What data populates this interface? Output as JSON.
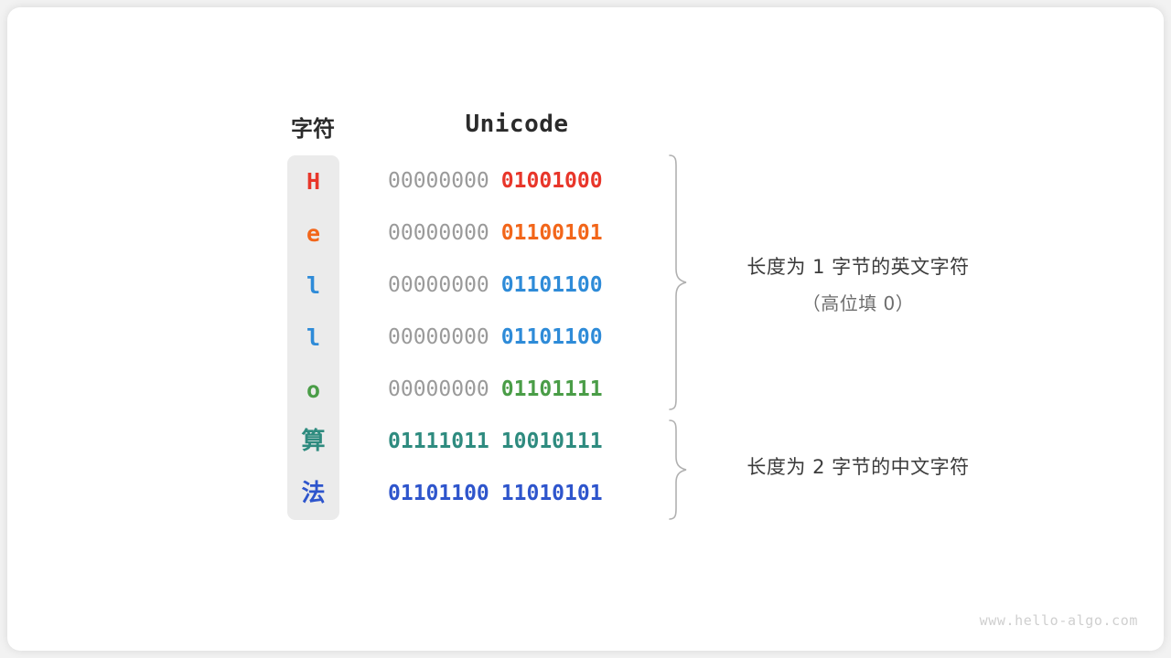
{
  "figure": {
    "background_color": "#ffffff",
    "card_color": "#ffffff",
    "char_column_bg": "#ebebeb"
  },
  "headers": {
    "character": "字符",
    "unicode": "Unicode"
  },
  "rows": [
    {
      "character": "H",
      "script": "latin",
      "color": "#e8362a",
      "pad_byte": "00000000",
      "data_byte": "01001000",
      "pad_color": "#9a9a9a"
    },
    {
      "character": "e",
      "script": "latin",
      "color": "#f2661a",
      "pad_byte": "00000000",
      "data_byte": "01100101",
      "pad_color": "#9a9a9a"
    },
    {
      "character": "l",
      "script": "latin",
      "color": "#2e8bd8",
      "pad_byte": "00000000",
      "data_byte": "01101100",
      "pad_color": "#9a9a9a"
    },
    {
      "character": "l",
      "script": "latin",
      "color": "#2e8bd8",
      "pad_byte": "00000000",
      "data_byte": "01101100",
      "pad_color": "#9a9a9a"
    },
    {
      "character": "o",
      "script": "latin",
      "color": "#4a9d47",
      "pad_byte": "00000000",
      "data_byte": "01101111",
      "pad_color": "#9a9a9a"
    },
    {
      "character": "算",
      "script": "han",
      "color": "#2e8b7f",
      "pad_byte": "01111011",
      "data_byte": "10010111",
      "pad_color": "#2e8b7f"
    },
    {
      "character": "法",
      "script": "han",
      "color": "#2e55cc",
      "pad_byte": "01101100",
      "data_byte": "11010101",
      "pad_color": "#2e55cc"
    }
  ],
  "annotations": [
    {
      "line1": "长度为 1 字节的英文字符",
      "line2": "（高位填 0）"
    },
    {
      "line1": "长度为 2 字节的中文字符",
      "line2": ""
    }
  ],
  "watermark": "www.hello-algo.com"
}
